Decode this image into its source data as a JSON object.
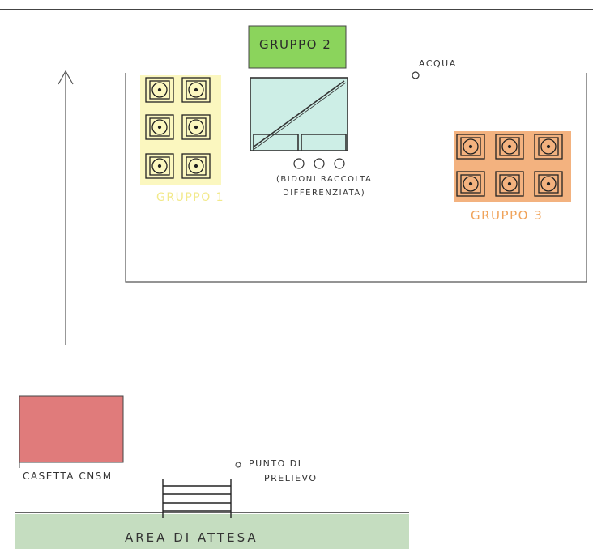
{
  "groups": {
    "g1": {
      "label": "GRUPPO 1",
      "color": "#f2e98a",
      "fill": "#fbf7bf"
    },
    "g2": {
      "label": "GRUPPO 2",
      "color": "#6fc24a",
      "fill": "#8bd45c"
    },
    "g3": {
      "label": "GRUPPO 3",
      "color": "#f0a35a",
      "fill": "#f3b27f"
    }
  },
  "labels": {
    "acqua": "ACQUA",
    "bidoni_line1": "(BIDONI RACCOLTA",
    "bidoni_line2": "DIFFERENZIATA)",
    "casetta": "CASETTA CNSM",
    "punto_line1": "PUNTO DI",
    "punto_line2": "PRELIEVO",
    "area": "AREA DI ATTESA"
  },
  "colors": {
    "casetta": "#e07b7b",
    "area": "#c5ddc0",
    "container": "#cdeee6"
  },
  "icons": {
    "arrow": "up-arrow-icon",
    "tent": "tent-icon",
    "gate": "gate-icon",
    "water": "water-point-icon",
    "bin": "bin-icon",
    "sample": "sample-point-icon"
  }
}
